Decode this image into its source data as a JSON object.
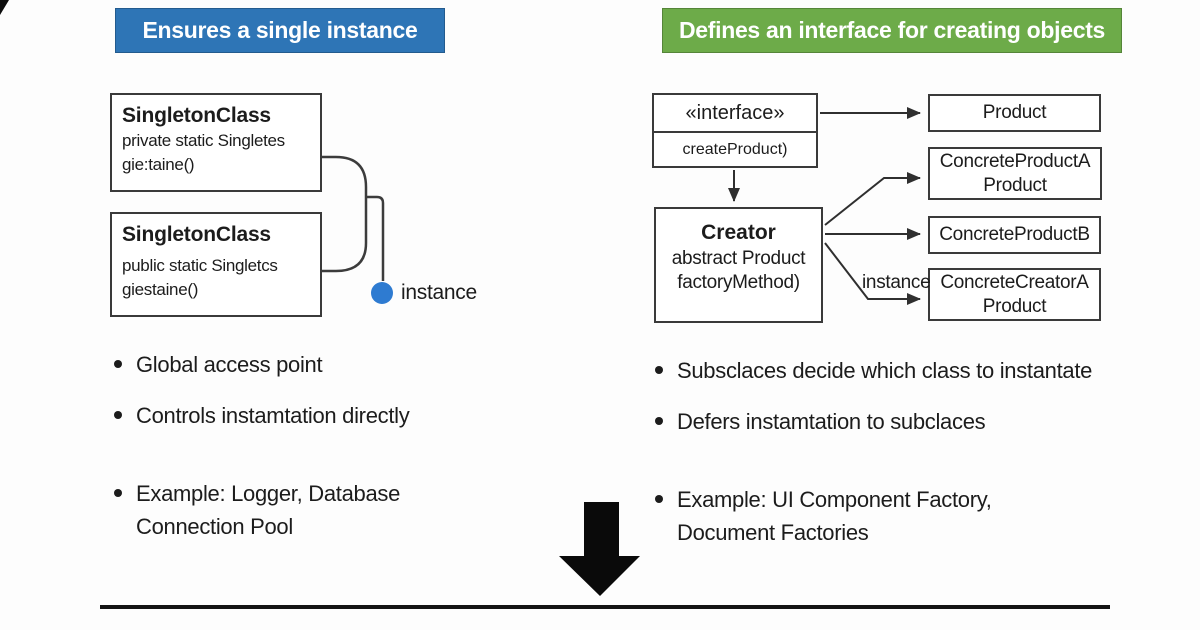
{
  "canvas": {
    "background": "#fdfdfd"
  },
  "left_panel": {
    "header": {
      "text": "Ensures a single instance",
      "bg": "#2e75b6"
    },
    "diagram": {
      "class_box_top": {
        "title": "SingletonClass",
        "member": "private static Singletes",
        "method": "gie:taine()"
      },
      "class_box_bottom": {
        "title": "SingletonClass",
        "member": "public static Singletcs",
        "method": "giestaine()"
      },
      "instance_label": "instance",
      "instance_dot_color": "#2e7bd1"
    },
    "bullets": [
      {
        "text": "Global access point"
      },
      {
        "text": "Controls instamtation directly"
      },
      {
        "text": "Example: Logger, Database Connection Pool"
      }
    ]
  },
  "right_panel": {
    "header": {
      "text": "Defines an interface for creating objects",
      "bg": "#6dab49"
    },
    "diagram": {
      "interface_box": {
        "stereotype": "«interface»",
        "method": "createProduct)"
      },
      "creator_box": {
        "title": "Creator",
        "line1": "abstract Product",
        "line2": "factoryMethod)"
      },
      "product_box": {
        "title": "Product"
      },
      "concrete_product_a_box": {
        "line1": "ConcreteProductA",
        "line2": "Product"
      },
      "concrete_product_b_box": {
        "title": "ConcreteProductB"
      },
      "concrete_creator_a_box": {
        "line1": "ConcreteCreatorA",
        "line2": "Product"
      },
      "edge_label": "instance",
      "connections": [
        "interface -> Product",
        "interface -> Creator",
        "Creator -> ConcreteProductA",
        "Creator -> ConcreteProductB",
        "Creator -> ConcreteCreatorA (instance)"
      ]
    },
    "bullets": [
      {
        "text": "Subsclaces decide which class to instantate"
      },
      {
        "text": "Defers instamtation to subclaces"
      },
      {
        "text": "Example: UI Component Factory, Document Factories"
      }
    ]
  }
}
